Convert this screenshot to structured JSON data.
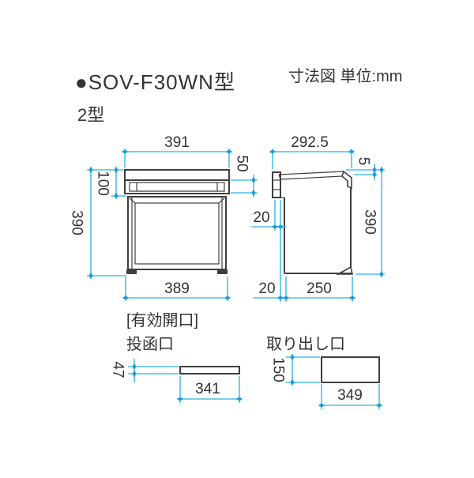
{
  "header": {
    "model_title": "●SOV-F30WN型",
    "variant": "2型",
    "drawing_note": "寸法図 単位:mm"
  },
  "front_view": {
    "dims": {
      "top_width": "391",
      "flap_height": "50",
      "head_height": "100",
      "total_height": "390",
      "bottom_width": "389"
    }
  },
  "side_view": {
    "dims": {
      "top_depth": "292.5",
      "lid_edge": "5",
      "lip_depth": "20",
      "total_height": "390",
      "base_offset": "20",
      "base_depth": "250"
    }
  },
  "openings": {
    "section_label": "[有効開口]",
    "posting_slot": {
      "label": "投函口",
      "dims": {
        "height": "47",
        "width": "341"
      }
    },
    "takeout": {
      "label": "取り出し口",
      "dims": {
        "height": "150",
        "width": "349"
      }
    }
  },
  "colors": {
    "dim_line": "#4dbfec",
    "dim_marker": "#199ed8",
    "outline": "#3f3f3f",
    "text": "#333333",
    "background": "#ffffff"
  }
}
